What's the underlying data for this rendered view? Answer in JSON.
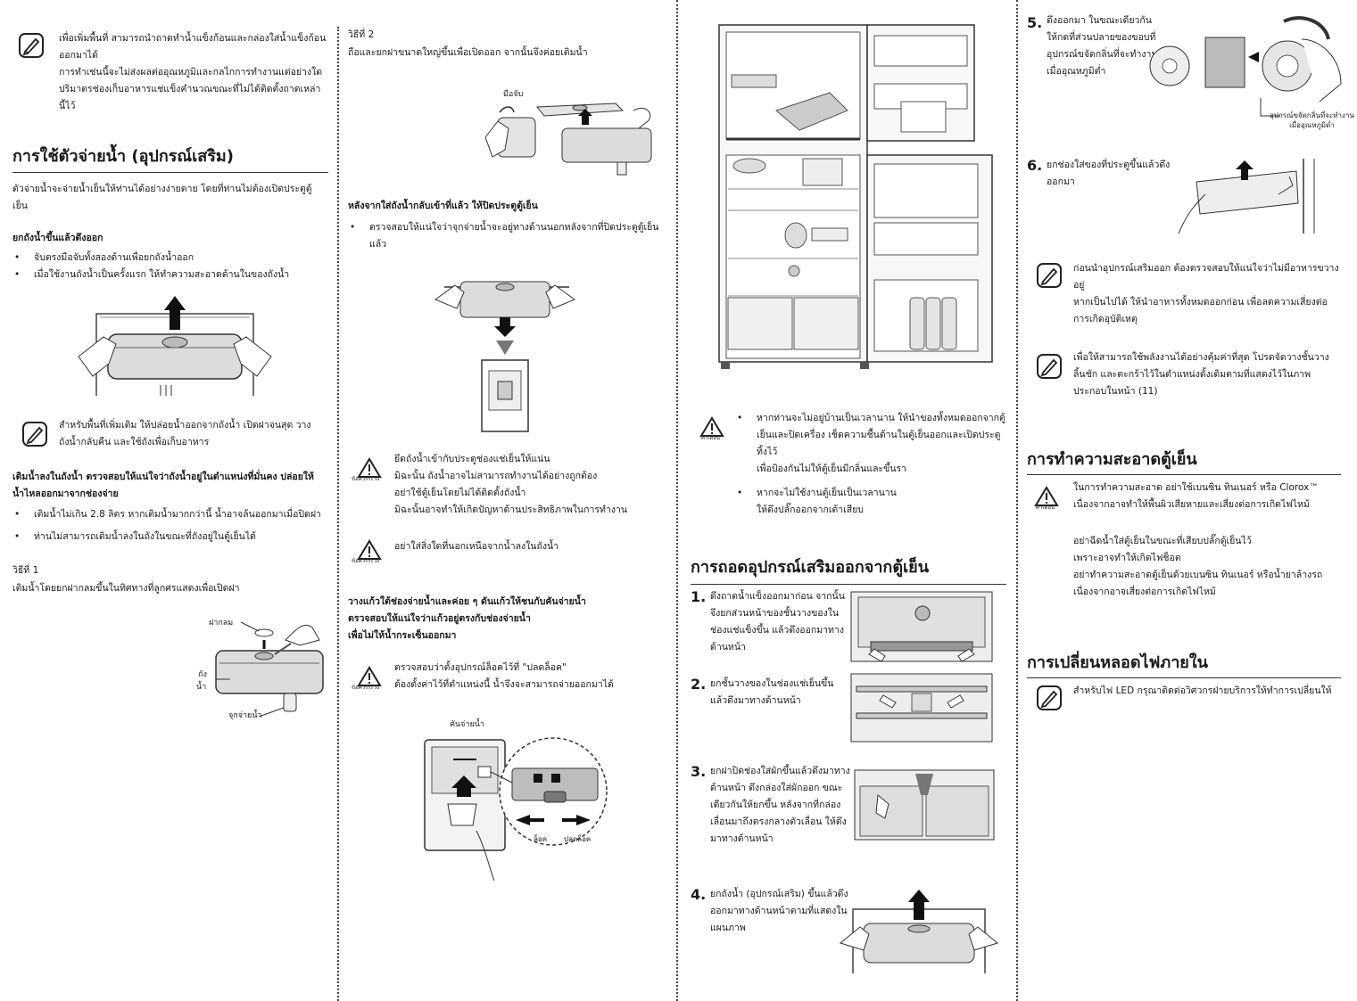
{
  "col1": {
    "note1": [
      "เพื่อเพิ่มพื้นที่ สามารถนำถาดทำน้ำแข็งก้อนและกล่องใส่น้ำแข็งก้อนออกมาได้",
      "การทำเช่นนี้จะไม่ส่งผลต่ออุณหภูมิและกลไกการทำงานแต่อย่างใด ปริมาตรช่องเก็บอาหารแช่แข็งคำนวณขณะที่ไม่ได้ติดตั้งถาดเหล่านี้ไว้"
    ],
    "heading": "การใช้ตัวจ่ายน้ำ (อุปกรณ์เสริม)",
    "intro": "ตัวจ่ายน้ำจะจ่ายน้ำเย็นให้ท่านได้อย่างง่ายดาย โดยที่ท่านไม่ต้องเปิดประตูตู้เย็น",
    "lift_title": "ยกถังน้ำขึ้นแล้วดึงออก",
    "lift_bullets": [
      "จับตรงมือจับทั้งสองด้านเพื่อยกถังน้ำออก",
      "เมื่อใช้งานถังน้ำเป็นครั้งแรก ให้ทำความสะอาดด้านในของถังน้ำ"
    ],
    "note2": "สำหรับพื้นที่เพิ่มเติม ให้ปล่อยน้ำออกจากถังน้ำ เปิดฝาจนสุด วางถังน้ำกลับคืน และใช้ถังเพื่อเก็บอาหาร",
    "fill_title": "เติมน้ำลงในถังน้ำ ตรวจสอบให้แน่ใจว่าถังน้ำอยู่ในตำแหน่งที่มั่นคง ปล่อยให้น้ำไหลออกมาจากช่องจ่าย",
    "fill_bullets": [
      "เติมน้ำไม่เกิน 2.8 ลิตร หากเติมน้ำมากกว่านี้ น้ำอาจล้นออกมาเมื่อปิดฝา",
      "ท่านไม่สามารถเติมน้ำลงในถังในขณะที่ถังอยู่ในตู้เย็นได้"
    ],
    "method1_title": "วิธีที่ 1",
    "method1_text": "เติมน้ำโดยยกฝากลมขึ้นในทิศทางที่ลูกศรแสดงเพื่อเปิดฝา",
    "lbl_cap": "ฝากลม",
    "lbl_tank1": "ถัง",
    "lbl_tank2": "น้ำ",
    "lbl_tap": "จุกจ่ายน้ำ"
  },
  "col2": {
    "method2_title": "วิธีที่ 2",
    "method2_text": "ถือและยกฝาขนาดใหญ่ขึ้นเพื่อเปิดออก จากนั้นจึงค่อยเติมน้ำ",
    "lbl_handle": "มือจับ",
    "after_title": "หลังจากใส่ถังน้ำกลับเข้าที่แล้ว ให้ปิดประตูตู้เย็น",
    "after_bullet": "ตรวจสอบให้แน่ใจว่าจุกจ่ายน้ำจะอยู่ทางด้านนอกหลังจากที่ปิดประตูตู้เย็นแล้ว",
    "caution1": [
      "ยึดถังน้ำเข้ากับประตูช่องแช่เย็นให้แน่น",
      "มิฉะนั้น ถังน้ำอาจไม่สามารถทำงานได้อย่างถูกต้อง",
      "อย่าใช้ตู้เย็นโดยไม่ได้ติดตั้งถังน้ำ",
      "มิฉะนั้นอาจทำให้เกิดปัญหาด้านประสิทธิภาพในการทำงาน"
    ],
    "caution2": "อย่าใส่สิ่งใดที่นอกเหนือจากน้ำลงในถังน้ำ",
    "glass_title": [
      "วางแก้วใต้ช่องจ่ายน้ำและค่อย ๆ ดันแก้วให้ชนกับคันจ่ายน้ำ",
      "ตรวจสอบให้แน่ใจว่าแก้วอยู่ตรงกับช่องจ่ายน้ำ",
      "เพื่อไม่ให้น้ำกระเซ็นออกมา"
    ],
    "caution3": [
      "ตรวจสอบว่าตั้งอุปกรณ์ล็อคไว้ที่ \"ปลดล็อค\"",
      "ต้องตั้งค่าไว้ที่ตำแหน่งนี้ น้ำจึงจะสามารถจ่ายออกมาได้"
    ],
    "lbl_lever": "คันจ่ายน้ำ",
    "lbl_lock": "ล็อค",
    "lbl_unlock": "ปลดล็อค",
    "warn_label": "ข้อควรระวัง"
  },
  "col3": {
    "warn_bullets": [
      [
        "หากท่านจะไม่อยู่บ้านเป็นเวลานาน ให้นำของทั้งหมดออกจากตู้เย็นและปิดเครื่อง เช็ดความชื้นด้านในตู้เย็นออกและเปิดประตูทิ้งไว้",
        "เพื่อป้องกันไม่ให้ตู้เย็นมีกลิ่นและขึ้นรา"
      ],
      [
        "หากจะไม่ใช้งานตู้เย็นเป็นเวลานาน",
        "ให้ดึงปลั๊กออกจากเต้าเสียบ"
      ]
    ],
    "warn_label": "คำเตือน",
    "heading": "การถอดอุปกรณ์เสริมออกจากตู้เย็น",
    "steps": [
      {
        "num": "1.",
        "text": "ดึงถาดน้ำแข็งออกมาก่อน จากนั้นจึงยกส่วนหน้าของชั้นวางของในช่องแช่แข็งขึ้น แล้วดึงออกมาทางด้านหน้า"
      },
      {
        "num": "2.",
        "text": "ยกชั้นวางของในช่องแช่เย็นขึ้น แล้วดึงมาทางด้านหน้า"
      },
      {
        "num": "3.",
        "text": "ยกฝาปิดช่องใส่ผักขึ้นแล้วดึงมาทางด้านหน้า ดึงกล่องใส่ผักออก ขณะเดียวกันให้ยกขึ้น หลังจากที่กล่องเลื่อนมาถึงตรงกลางตัวเลื่อน ให้ดึงมาทางด้านหน้า"
      },
      {
        "num": "4.",
        "text": "ยกถังน้ำ (อุปกรณ์เสริม) ขึ้นแล้วดึงออกมาทางด้านหน้าตามที่แสดงในแผนภาพ"
      }
    ]
  },
  "col4": {
    "step5_num": "5.",
    "step5_text": "ดึงออกมา ในขณะเดียวกันให้กดที่ส่วนปลายของขอบที่อุปกรณ์ขจัดกลิ่นที่จะทำงานเมื่ออุณหภูมิต่ำ",
    "step5_label": [
      "อุปกรณ์ขจัดกลิ่นที่จะทำงาน",
      "เมื่ออุณหภูมิต่ำ"
    ],
    "step6_num": "6.",
    "step6_text": "ยกช่องใส่ของที่ประตูขึ้นแล้วดึงออกมา",
    "note1": [
      "ก่อนนำอุปกรณ์เสริมออก ต้องตรวจสอบให้แน่ใจว่าไม่มีอาหารขวางอยู่",
      "หากเป็นไปได้ ให้นำอาหารทั้งหมดออกก่อน เพื่อลดความเสี่ยงต่อการเกิดอุบัติเหตุ"
    ],
    "note2": "เพื่อให้สามารถใช้พลังงานได้อย่างคุ้มค่าที่สุด โปรดจัดวางชั้นวาง ลิ้นชัก และตะกร้าไว้ในตำแหน่งดั้งเดิมตามที่แสดงไว้ในภาพประกอบในหน้า (11)",
    "clean_heading": "การทำความสะอาดตู้เย็น",
    "clean_warn": [
      "ในการทำความสะอาด อย่าใช้เบนซิน ทินเนอร์ หรือ Clorox™",
      "เนื่องจากอาจทำให้พื้นผิวเสียหายและเสี่ยงต่อการเกิดไฟไหม้"
    ],
    "clean_more": [
      "อย่าฉีดน้ำใส่ตู้เย็นในขณะที่เสียบปลั๊กตู้เย็นไว้",
      "เพราะอาจทำให้เกิดไฟช็อต",
      "อย่าทำความสะอาดตู้เย็นด้วยเบนซิน ทินเนอร์ หรือน้ำยาล้างรถ เนื่องจากอาจเสี่ยงต่อการเกิดไฟไหม้"
    ],
    "bulb_heading": "การเปลี่ยนหลอดไฟภายใน",
    "bulb_note": "สำหรับไฟ LED กรุณาติดต่อวิศวกรฝ่ายบริการให้ทำการเปลี่ยนให้",
    "warn_label": "คำเตือน"
  }
}
